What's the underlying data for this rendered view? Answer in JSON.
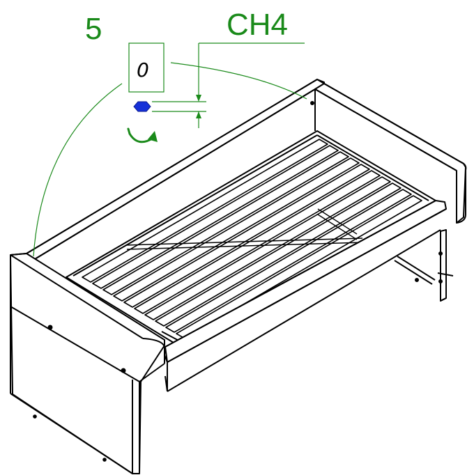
{
  "step": {
    "number": "5"
  },
  "callout": {
    "part_code": "CH4",
    "quantity": "0"
  },
  "colors": {
    "annotation": "#1a8a1a",
    "part": "#1530d8",
    "line": "#000000",
    "background": "#ffffff"
  },
  "icons": {
    "part": "hex-bolt-icon",
    "rotation": "rotate-arrow-icon"
  }
}
